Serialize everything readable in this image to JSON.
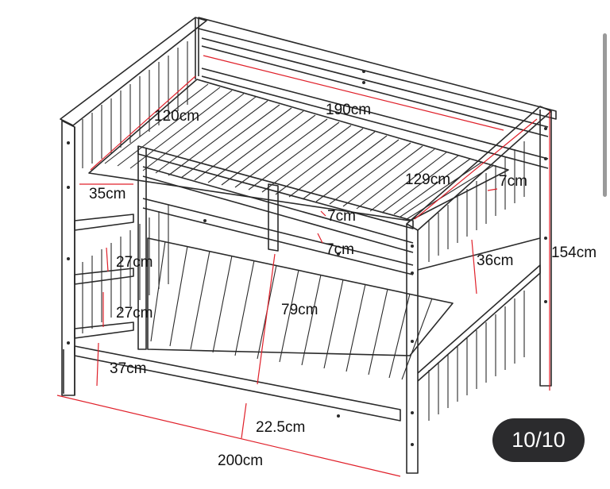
{
  "image_viewer": {
    "page_counter": "10/10"
  },
  "dimensions": {
    "top_length": "190cm",
    "top_width": "120cm",
    "guard_height": "129cm",
    "post_width": "7cm",
    "ladder_width": "35cm",
    "rail_gap_a": "7cm",
    "rail_gap_b": "7cm",
    "step_spacing_1": "27cm",
    "step_spacing_2": "27cm",
    "bottom_step": "37cm",
    "bunk_clearance": "79cm",
    "end_rail": "36cm",
    "total_height": "154cm",
    "floor_clearance": "22.5cm",
    "total_length": "200cm"
  },
  "colors": {
    "dimension_line": "#e0202a",
    "frame_line": "#2a2a2a",
    "counter_bg": "#2b2b2d"
  }
}
